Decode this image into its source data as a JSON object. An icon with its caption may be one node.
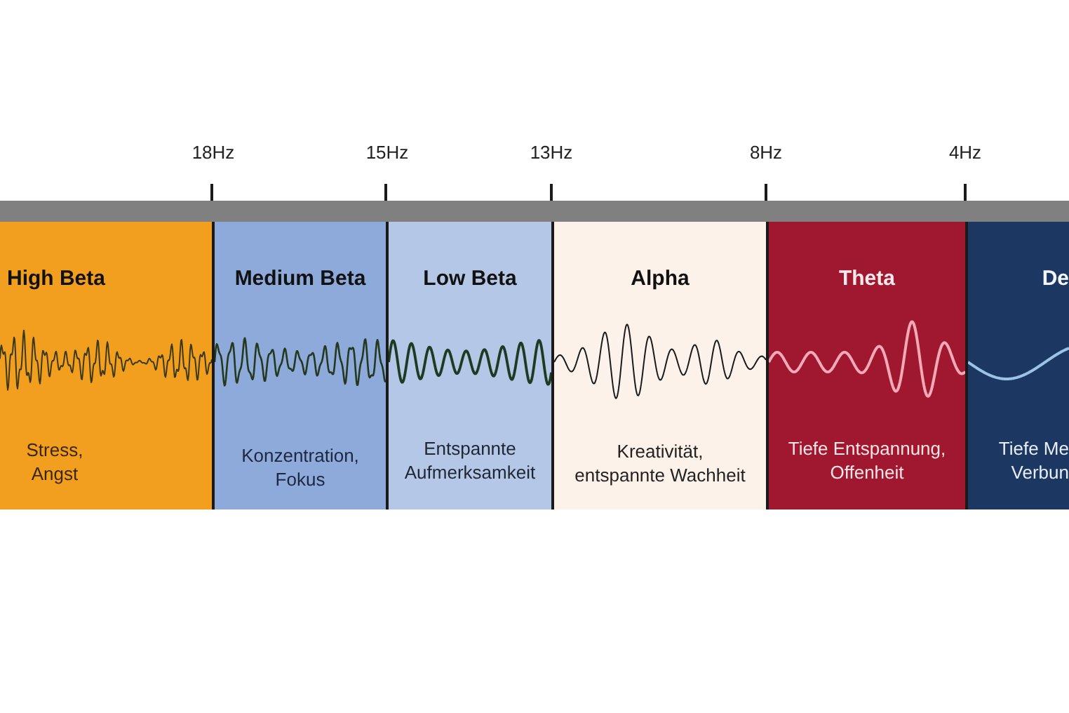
{
  "diagram": {
    "nodes": [
      {
        "text": [
          "High Beta",
          "Stress, Angst"
        ]
      },
      {
        "text": [
          "Medium Beta",
          "Konzentration, Fokus"
        ]
      },
      {
        "text": [
          "Low Beta",
          "Entspannte Aufmerksamkeit"
        ]
      },
      {
        "text": [
          "Alpha",
          "Kreativität, entspannte Wachheit"
        ]
      },
      {
        "text": [
          "Theta",
          "Tiefe Entspannung, Offenheit"
        ]
      },
      {
        "text": [
          "De",
          "Tiefe Me Verbun"
        ]
      }
    ],
    "labels": [
      "18Hz",
      "15Hz",
      "13Hz",
      "8Hz",
      "4Hz"
    ]
  }
}
